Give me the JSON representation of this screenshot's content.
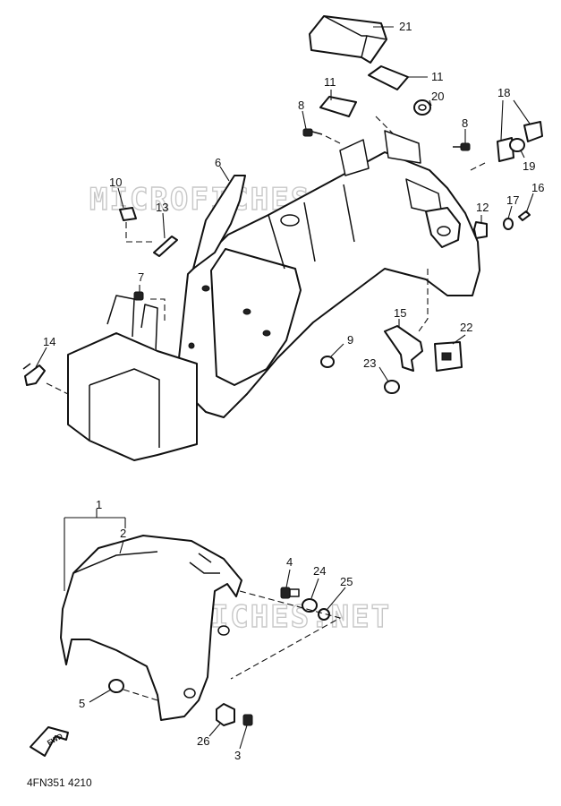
{
  "watermark": "MICROFICHES.NET",
  "diagram_code": "4FN351 4210",
  "direction_label": "FWD",
  "callouts": [
    "1",
    "2",
    "3",
    "4",
    "5",
    "6",
    "7",
    "8",
    "9",
    "10",
    "11",
    "12",
    "13",
    "14",
    "15",
    "16",
    "17",
    "18",
    "19",
    "20",
    "21",
    "22",
    "23",
    "24",
    "25",
    "26"
  ]
}
